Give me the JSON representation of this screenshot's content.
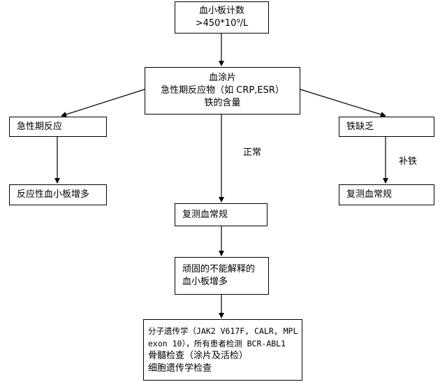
{
  "nodes": {
    "platelet_count": {
      "lines": [
        "血小板计数",
        ">450*10⁹/L"
      ]
    },
    "smear_tests": {
      "lines": [
        "血涂片",
        "急性期反应物（如 CRP,ESR）",
        "铁的含量"
      ]
    },
    "acute_phase": {
      "lines": [
        "急性期反应"
      ]
    },
    "reactive_thrombocytosis": {
      "lines": [
        "反应性血小板增多"
      ]
    },
    "iron_deficiency": {
      "lines": [
        "铁缺乏"
      ]
    },
    "recheck_cbc_right": {
      "lines": [
        "复测血常规"
      ]
    },
    "recheck_cbc_center": {
      "lines": [
        "复测血常规"
      ]
    },
    "unexplained_thrombocytosis": {
      "lines": [
        "顽固的不能解释的",
        "血小板增多"
      ]
    },
    "workup": {
      "lines": [
        "分子遗传学（JAK2 V617F, CALR, MPL",
        "exon 10），所有患者检测 BCR-ABL1",
        "骨髓检查（涂片及活检）",
        "细胞遗传学检查"
      ]
    }
  },
  "edge_labels": {
    "normal": "正常",
    "iron_supplement": "补铁"
  }
}
